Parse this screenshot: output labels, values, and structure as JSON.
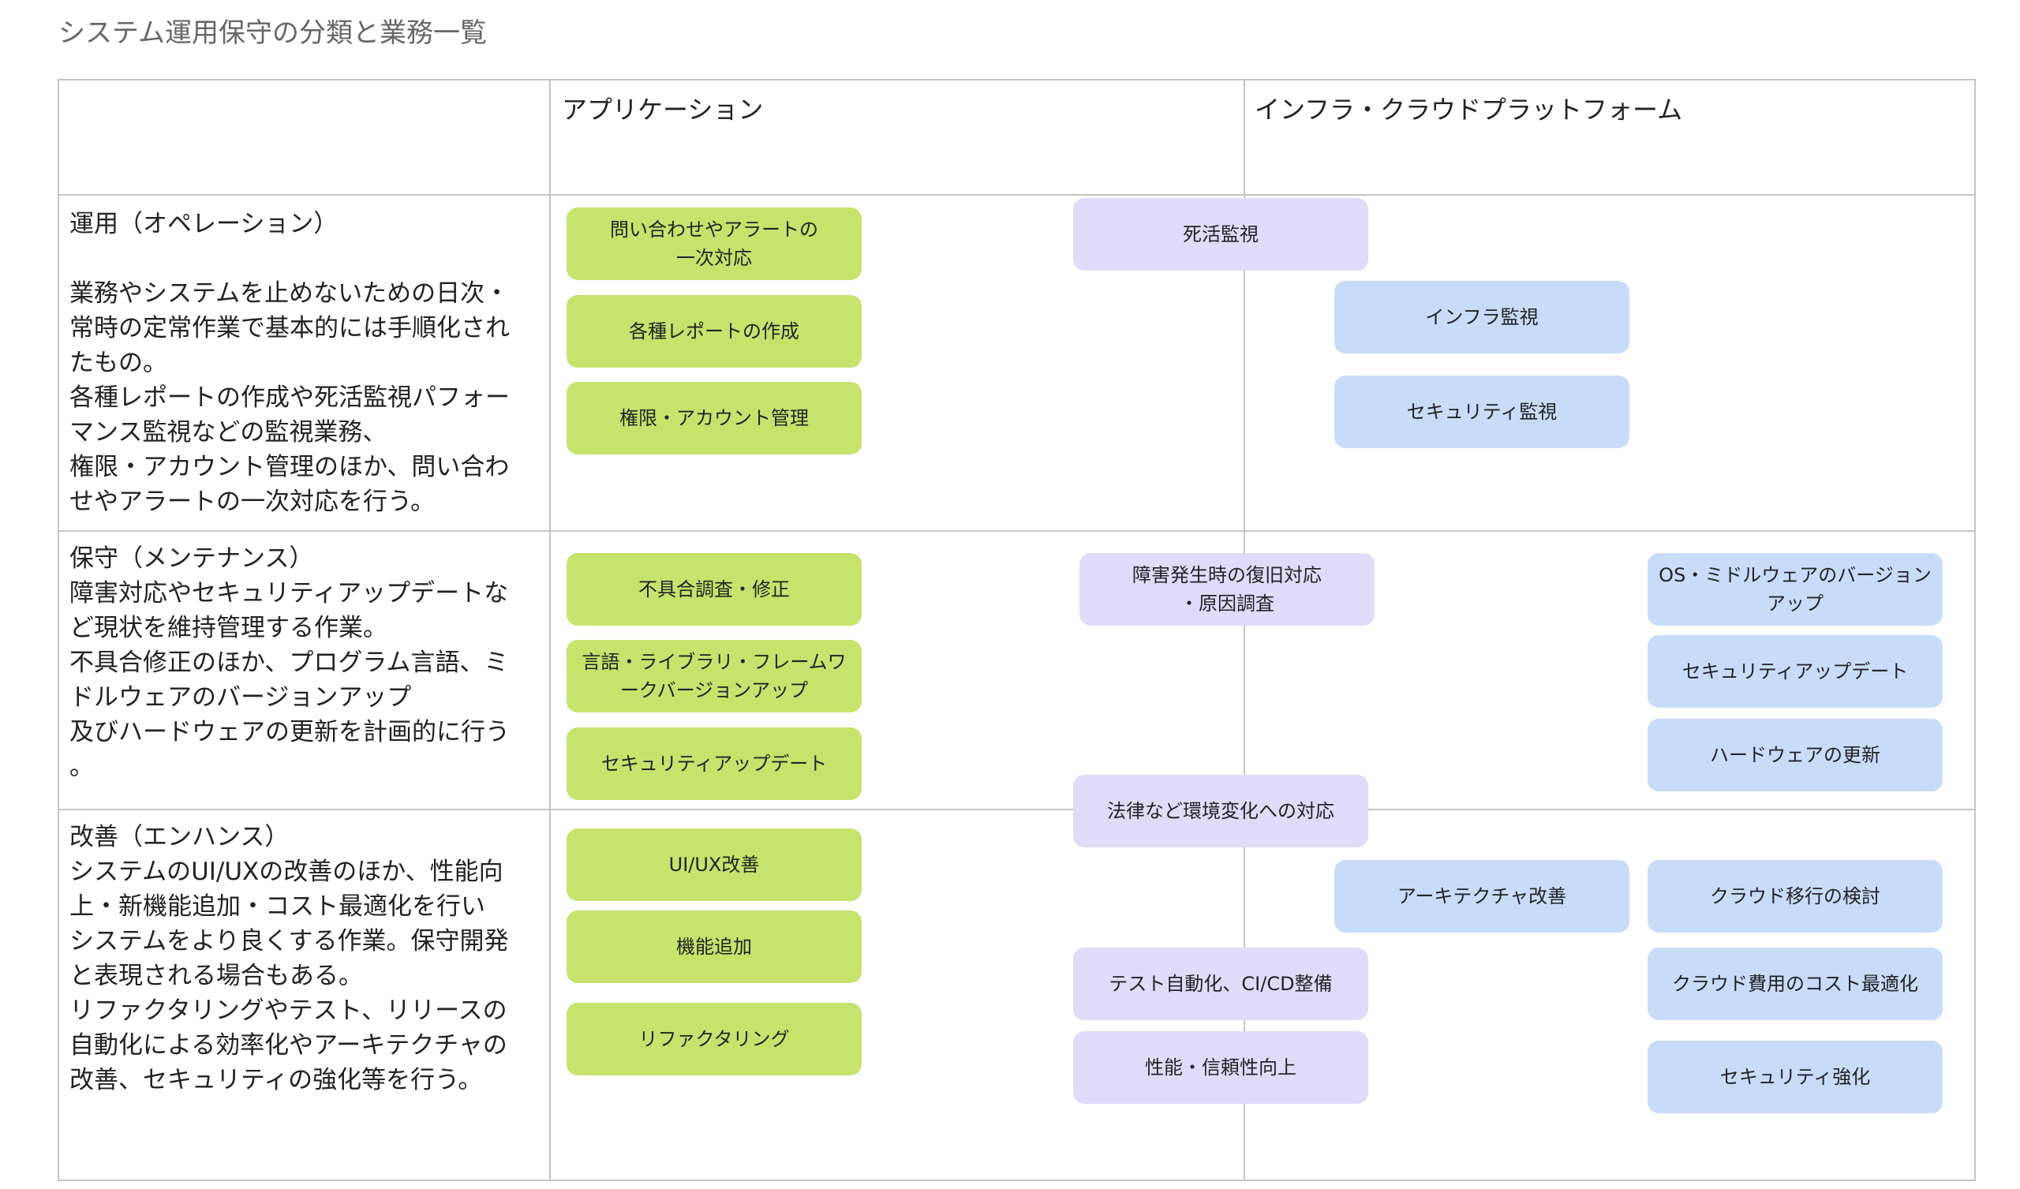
{
  "title": "システム運用保守の分類と業務一覧",
  "colors": {
    "application_box": "#c6e36c",
    "shared_box": "#dedcfa",
    "infra_box": "#c8dcfa",
    "grid_line": "#c4c4c4"
  },
  "columns": {
    "application": "アプリケーション",
    "infra": "インフラ・クラウドプラットフォーム"
  },
  "rows": {
    "operation": {
      "name": "運用（オペレーション）",
      "description": "業務やシステムを止めないための日次・\n常時の定常作業で基本的には手順化され\nたもの。\n各種レポートの作成や死活監視パフォー\nマンス監視などの監視業務、\n権限・アカウント管理のほか、問い合わ\nせやアラートの一次対応を行う。"
    },
    "maintenance": {
      "name": "保守（メンテナンス）",
      "description": "障害対応やセキュリティアップデートな\nど現状を維持管理する作業。\n不具合修正のほか、プログラム言語、ミ\nドルウェアのバージョンアップ\n及びハードウェアの更新を計画的に行う\n。"
    },
    "enhancement": {
      "name": "改善（エンハンス）",
      "description": "システムのUI/UXの改善のほか、性能向\n上・新機能追加・コスト最適化を行い\nシステムをより良くする作業。保守開発\nと表現される場合もある。\nリファクタリングやテスト、リリースの\n自動化による効率化やアーキテクチャの\n改善、セキュリティの強化等を行う。"
    }
  },
  "tasks": {
    "inquiry_alert": "問い合わせやアラートの\n一次対応",
    "reports": "各種レポートの作成",
    "account_mgmt": "権限・アカウント管理",
    "alive_monitoring": "死活監視",
    "infra_monitoring": "インフラ監視",
    "security_monitoring": "セキュリティ監視",
    "bug_fix": "不具合調査・修正",
    "lang_upgrade": "言語・ライブラリ・フレームワ\nークバージョンアップ",
    "app_security_update": "セキュリティアップデート",
    "incident_recovery": "障害発生時の復旧対応\n・原因調査",
    "os_upgrade": "OS・ミドルウェアのバージョン\nアップ",
    "infra_security_update": "セキュリティアップデート",
    "hardware_update": "ハードウェアの更新",
    "legal_change": "法律など環境変化への対応",
    "uiux": "UI/UX改善",
    "feature_add": "機能追加",
    "refactoring": "リファクタリング",
    "architecture": "アーキテクチャ改善",
    "cloud_migration": "クラウド移行の検討",
    "cloud_cost": "クラウド費用のコスト最適化",
    "test_automation": "テスト自動化、CI/CD整備",
    "performance": "性能・信頼性向上",
    "security_hardening": "セキュリティ強化"
  }
}
